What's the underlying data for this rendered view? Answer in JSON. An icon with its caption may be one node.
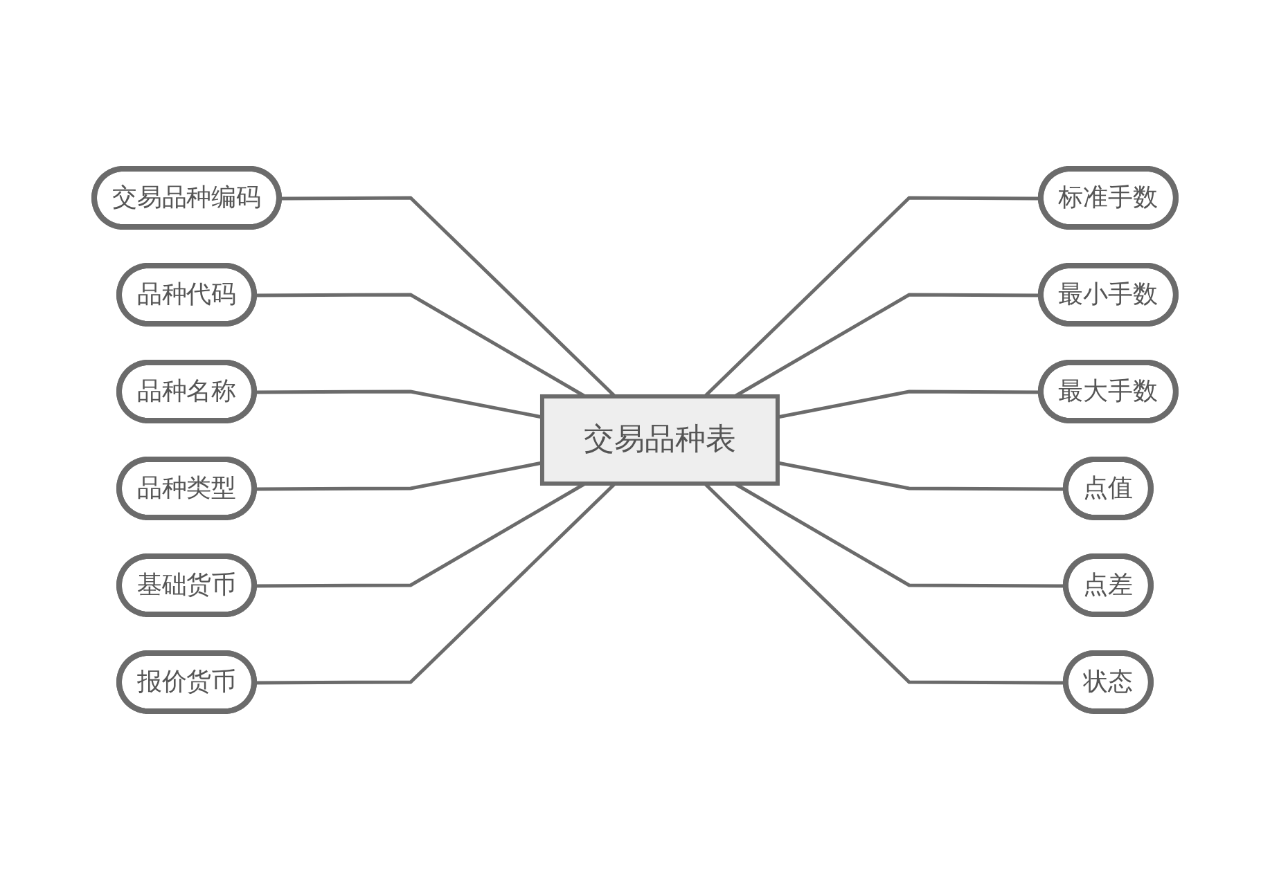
{
  "diagram": {
    "nodes": [
      {
        "text": [
          "交易品种编码"
        ]
      },
      {
        "text": [
          "品种代码"
        ]
      },
      {
        "text": [
          "品种名称"
        ]
      },
      {
        "text": [
          "品种类型"
        ]
      },
      {
        "text": [
          "基础货币"
        ]
      },
      {
        "text": [
          "报价货币"
        ]
      },
      {
        "text": [
          "交易品种表"
        ]
      },
      {
        "text": [
          "标准手数"
        ]
      },
      {
        "text": [
          "最小手数"
        ]
      },
      {
        "text": [
          "最大手数"
        ]
      },
      {
        "text": [
          "点值"
        ]
      },
      {
        "text": [
          "点差"
        ]
      },
      {
        "text": [
          "状态"
        ]
      }
    ],
    "edges": [
      {
        "from": 0,
        "to": 6,
        "arrow": "none"
      },
      {
        "from": 1,
        "to": 6,
        "arrow": "none"
      },
      {
        "from": 2,
        "to": 6,
        "arrow": "none"
      },
      {
        "from": 3,
        "to": 6,
        "arrow": "none"
      },
      {
        "from": 4,
        "to": 6,
        "arrow": "none"
      },
      {
        "from": 5,
        "to": 6,
        "arrow": "none"
      },
      {
        "from": 6,
        "to": 7,
        "arrow": "none"
      },
      {
        "from": 6,
        "to": 8,
        "arrow": "none"
      },
      {
        "from": 6,
        "to": 9,
        "arrow": "none"
      },
      {
        "from": 6,
        "to": 10,
        "arrow": "none"
      },
      {
        "from": 6,
        "to": 11,
        "arrow": "none"
      },
      {
        "from": 6,
        "to": 12,
        "arrow": "none"
      }
    ]
  }
}
